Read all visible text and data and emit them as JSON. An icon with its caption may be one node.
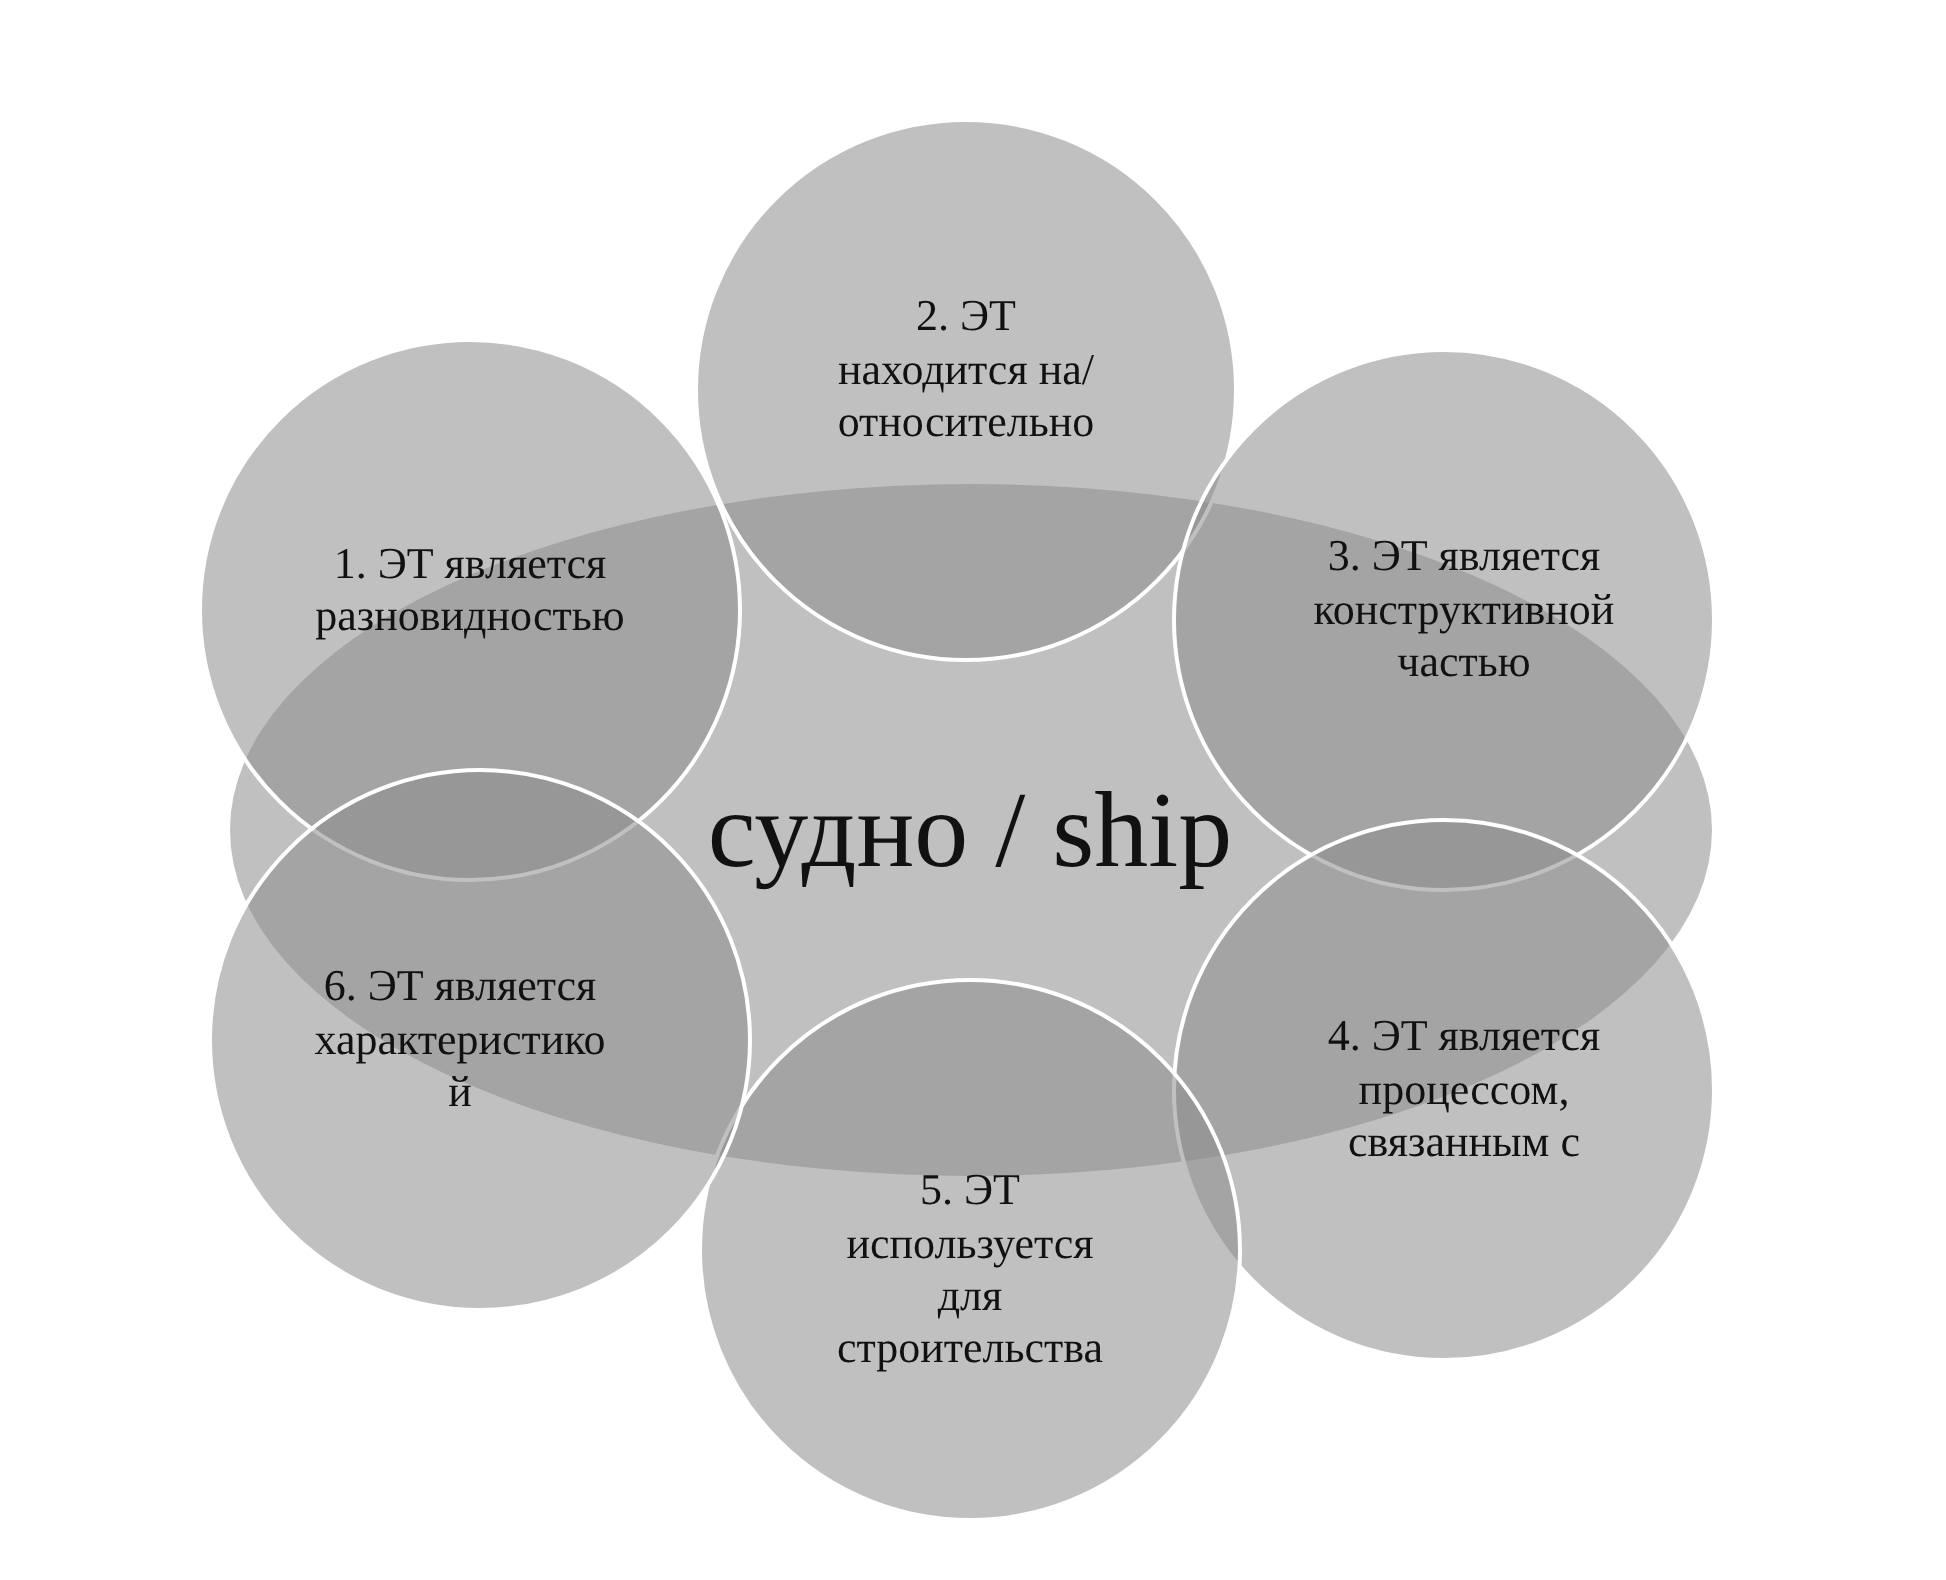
{
  "diagram": {
    "nodes": [
      {
        "text": [
          "судно / ship"
        ]
      },
      {
        "text": [
          "1. ЭТ является разновидностью"
        ]
      },
      {
        "text": [
          "2. ЭТ находится на/относительно"
        ]
      },
      {
        "text": [
          "3. ЭТ является конструктивной частью"
        ]
      },
      {
        "text": [
          "4. ЭТ является процессом, связанным с"
        ]
      },
      {
        "text": [
          "5. ЭТ используется для строительства"
        ]
      },
      {
        "text": [
          "6. ЭТ является характеристикой"
        ]
      }
    ]
  }
}
